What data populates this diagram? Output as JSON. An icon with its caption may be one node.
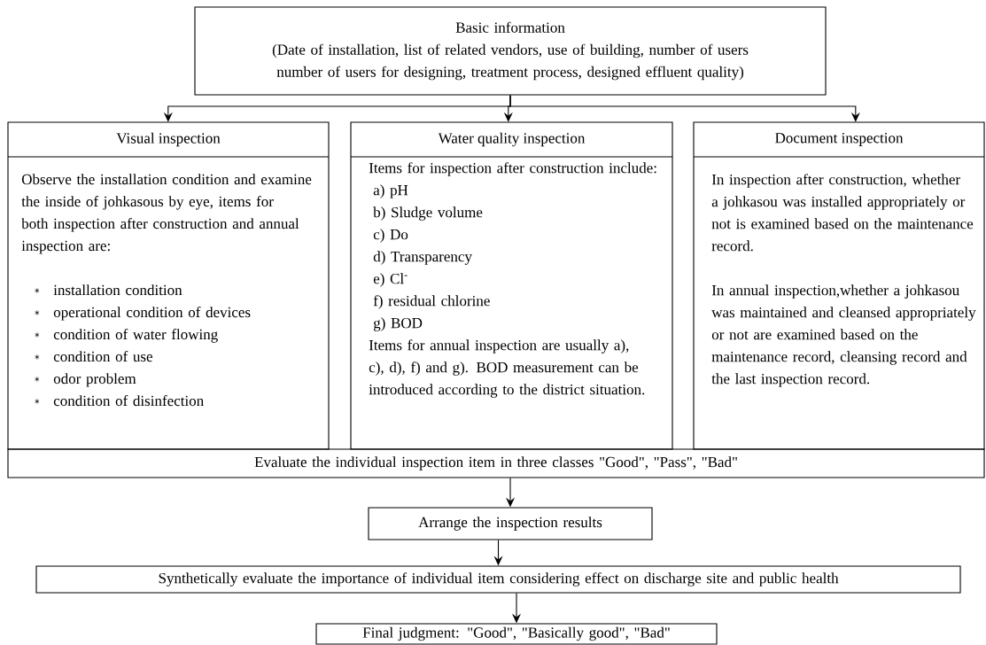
{
  "diagram": {
    "nodes": [
      {
        "text": [
          "Basic information",
          "(Date of installation, list of related vendors, use of building, number of users number of users for designing, treatment process, designed effluent quality)"
        ]
      },
      {
        "text": [
          "Visual inspection",
          "Observe the installation condition and examine the inside of johkasous by eye, items for both inspection after construction and annual inspection are:",
          "installation condition",
          "operational condition of devices",
          "condition of water flowing",
          "condition of use",
          "odor problem",
          "condition of disinfection"
        ]
      },
      {
        "text": [
          "Water quality inspection",
          "Items for inspection after construction include:",
          "a) pH",
          "b) Sludge volume",
          "c) Do",
          "d) Transparency",
          "e) Cl$^{-}$",
          "f) residual chlorine",
          "g) BOD",
          "Items for annual inspection are usually a), c), d), f) and g). BOD measurement can be introduced according to the district situation."
        ]
      },
      {
        "text": [
          "Document inspection",
          "In inspection after construction, whether a johkasou was installed appropriately or not is examined based on the maintenance record.",
          "In annual inspection,whether a johkasou was maintained and cleansed appropriately or not are examined based on the maintenance record, cleansing record and the last inspection record."
        ]
      },
      {
        "text": [
          "Evaluate the individual inspection item in three classes \"Good\", \"Pass\", \"Bad\""
        ]
      },
      {
        "text": [
          "Arrange the inspection results"
        ]
      },
      {
        "text": [
          "Synthetically evaluate the importance of individual item considering effect on discharge site and public health"
        ]
      },
      {
        "text": [
          "Final judgment: \"Good\", \"Basically good\", \"Bad\""
        ]
      }
    ],
    "edges": [
      {
        "from": 0,
        "to": 1,
        "arrow": "to"
      },
      {
        "from": 0,
        "to": 2,
        "arrow": "to"
      },
      {
        "from": 0,
        "to": 3,
        "arrow": "to"
      },
      {
        "from": 4,
        "to": 5,
        "arrow": "to"
      },
      {
        "from": 5,
        "to": 6,
        "arrow": "to"
      },
      {
        "from": 6,
        "to": 7,
        "arrow": "to"
      }
    ]
  }
}
